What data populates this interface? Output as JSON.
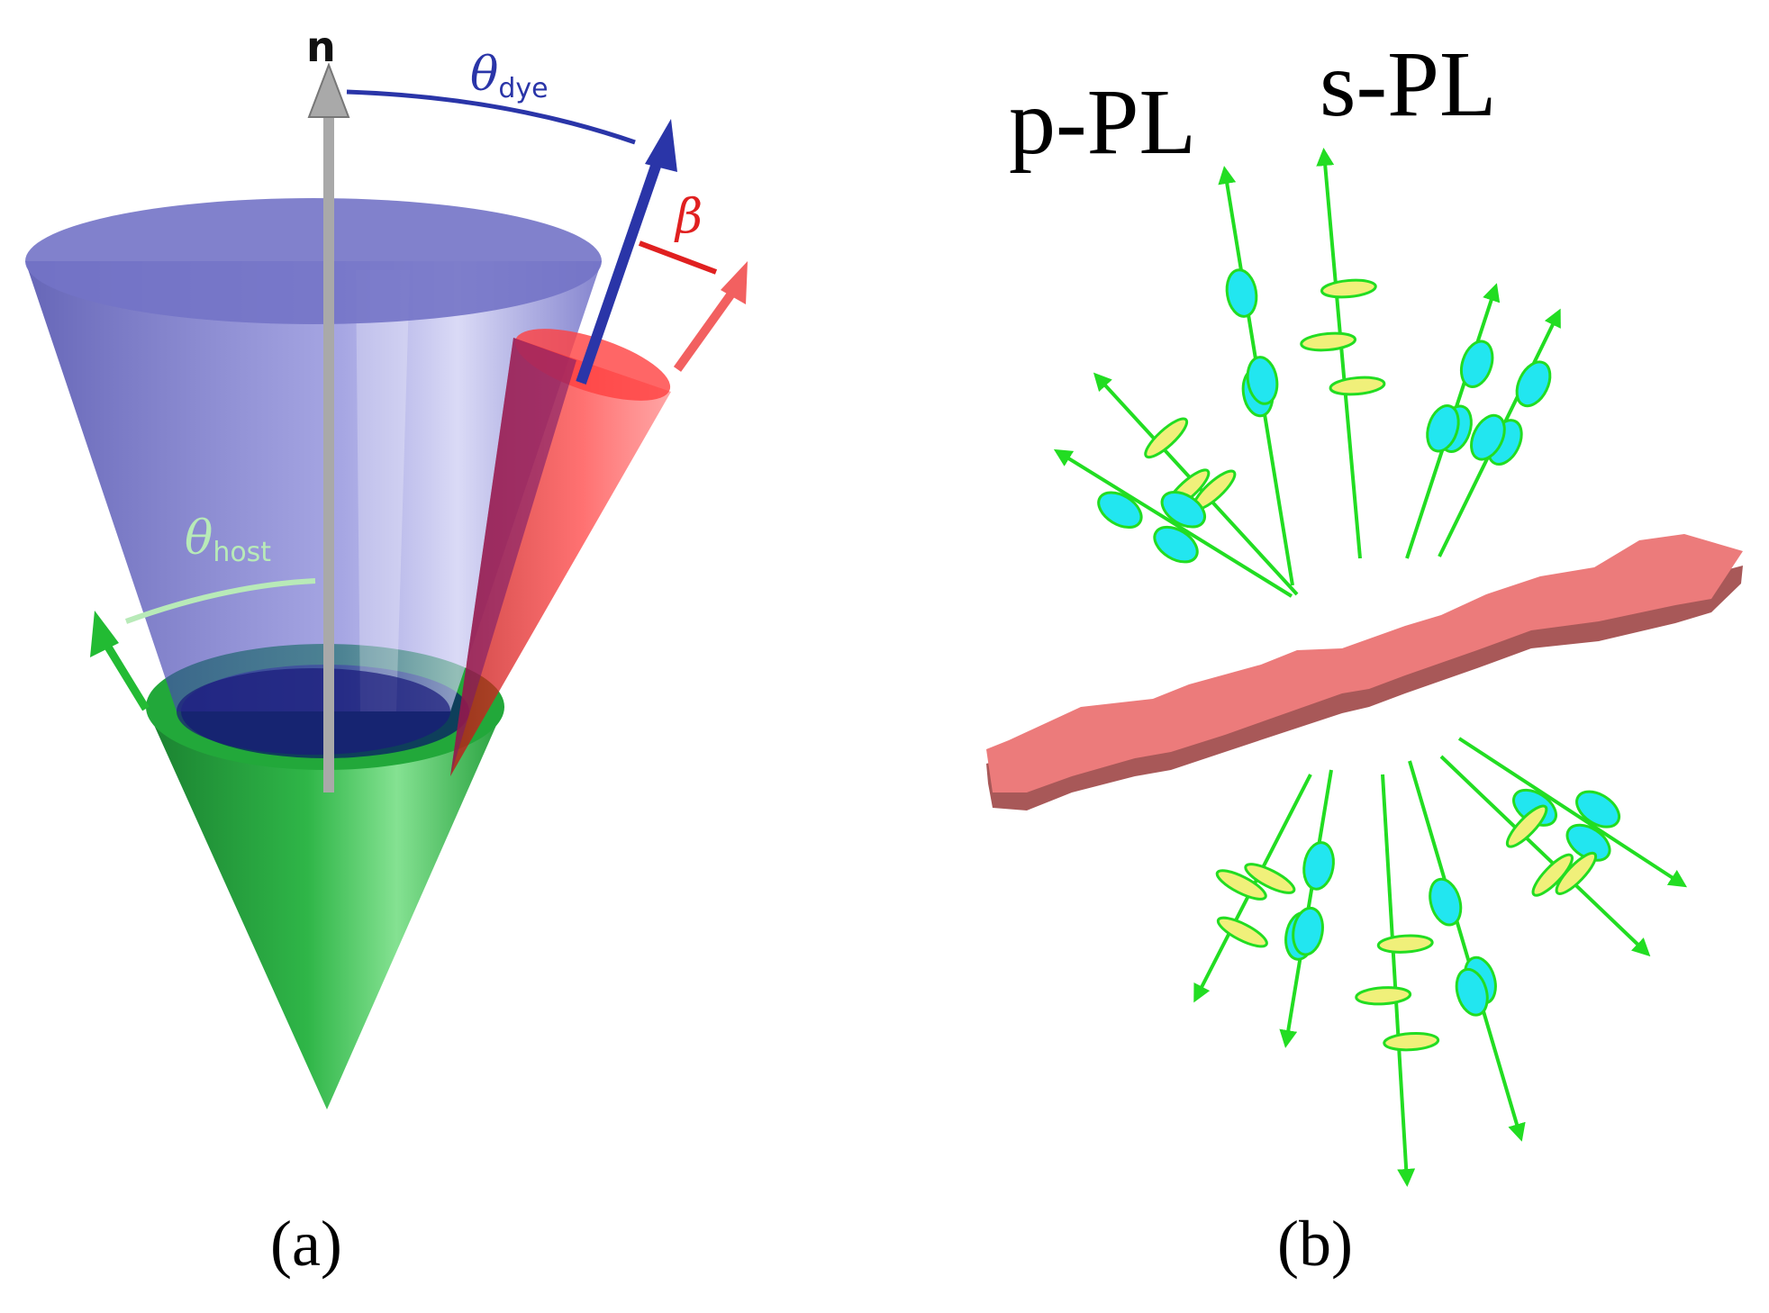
{
  "panel_a": {
    "normal_label": "n",
    "theta_dye": {
      "symbol": "θ",
      "subscript": "dye"
    },
    "theta_host": {
      "symbol": "θ",
      "subscript": "host"
    },
    "beta_label": "β",
    "caption": "(a)",
    "colors": {
      "dye_cone": "#4a4ab8",
      "host_cone": "#1fae3a",
      "beta_cone": "#ff2a2a",
      "normal_arrow": "#a8a8a8",
      "dye_arrow": "#2a35a8",
      "host_arrow": "#22bb33"
    }
  },
  "panel_b": {
    "p_label": "p-PL",
    "s_label": "s-PL",
    "caption": "(b)",
    "colors": {
      "ray": "#22dd22",
      "p_wave": "#22e6f0",
      "s_wave": "#f0f07a",
      "molecule": "#ec7b7b",
      "molecule_side": "#a85858"
    }
  }
}
